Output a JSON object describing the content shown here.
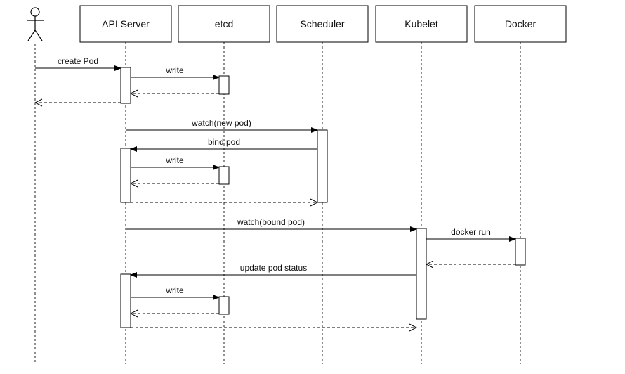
{
  "participants": [
    {
      "id": "user",
      "label": "",
      "actor": true
    },
    {
      "id": "api",
      "label": "API Server"
    },
    {
      "id": "etcd",
      "label": "etcd"
    },
    {
      "id": "scheduler",
      "label": "Scheduler"
    },
    {
      "id": "kubelet",
      "label": "Kubelet"
    },
    {
      "id": "docker",
      "label": "Docker"
    }
  ],
  "messages": [
    {
      "label": "create Pod",
      "from": "user",
      "to": "api",
      "style": "solid"
    },
    {
      "label": "write",
      "from": "api",
      "to": "etcd",
      "style": "solid"
    },
    {
      "label": "",
      "from": "etcd",
      "to": "api",
      "style": "dashed"
    },
    {
      "label": "",
      "from": "api",
      "to": "user",
      "style": "dashed"
    },
    {
      "label": "watch(new pod)",
      "from": "api",
      "to": "scheduler",
      "style": "solid"
    },
    {
      "label": "bind pod",
      "from": "scheduler",
      "to": "api",
      "style": "solid"
    },
    {
      "label": "write",
      "from": "api",
      "to": "etcd",
      "style": "solid"
    },
    {
      "label": "",
      "from": "etcd",
      "to": "api",
      "style": "dashed"
    },
    {
      "label": "",
      "from": "api",
      "to": "scheduler",
      "style": "dashed"
    },
    {
      "label": "watch(bound pod)",
      "from": "api",
      "to": "kubelet",
      "style": "solid"
    },
    {
      "label": "docker run",
      "from": "kubelet",
      "to": "docker",
      "style": "solid"
    },
    {
      "label": "",
      "from": "docker",
      "to": "kubelet",
      "style": "dashed"
    },
    {
      "label": "update pod status",
      "from": "kubelet",
      "to": "api",
      "style": "solid"
    },
    {
      "label": "write",
      "from": "api",
      "to": "etcd",
      "style": "solid"
    },
    {
      "label": "",
      "from": "etcd",
      "to": "api",
      "style": "dashed"
    },
    {
      "label": "",
      "from": "api",
      "to": "kubelet",
      "style": "dashed"
    }
  ]
}
